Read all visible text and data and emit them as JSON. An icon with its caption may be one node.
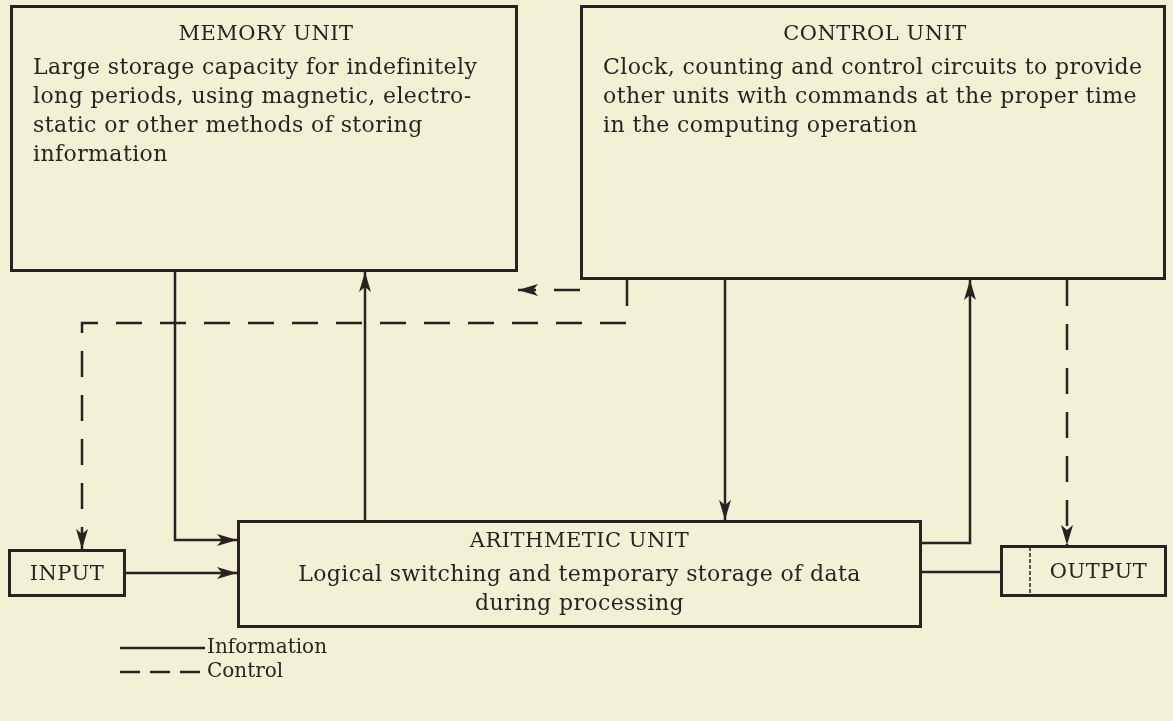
{
  "diagram": {
    "nodes": [
      {
        "text": [
          "MEMORY UNIT",
          "Large storage capacity for indefinitely long periods, using magnetic, electro- static or other methods of storing information"
        ]
      },
      {
        "text": [
          "CONTROL UNIT",
          "Clock, counting and control circuits to provide other units with commands at the proper time in the computing operation"
        ]
      },
      {
        "text": [
          "INPUT"
        ]
      },
      {
        "text": [
          "ARITHMETIC UNIT",
          "Logical switching and temporary storage of data during processing"
        ]
      },
      {
        "text": [
          "OUTPUT"
        ]
      }
    ],
    "edges": [
      {
        "from": 0,
        "to": 3,
        "arrow": "to"
      },
      {
        "from": 3,
        "to": 0,
        "arrow": "to"
      },
      {
        "from": 1,
        "to": 0,
        "arrow": "to",
        "style": "dashed"
      },
      {
        "from": 1,
        "to": 2,
        "arrow": "to",
        "style": "dashed"
      },
      {
        "from": 1,
        "to": 3,
        "arrow": "to"
      },
      {
        "from": 3,
        "to": 1,
        "arrow": "to"
      },
      {
        "from": 1,
        "to": 4,
        "arrow": "to",
        "style": "dashed"
      },
      {
        "from": 2,
        "to": 3,
        "arrow": "to"
      },
      {
        "from": 3,
        "to": 4,
        "arrow": "none"
      }
    ],
    "legend": [
      {
        "text": "Information"
      },
      {
        "text": "Control"
      }
    ]
  }
}
